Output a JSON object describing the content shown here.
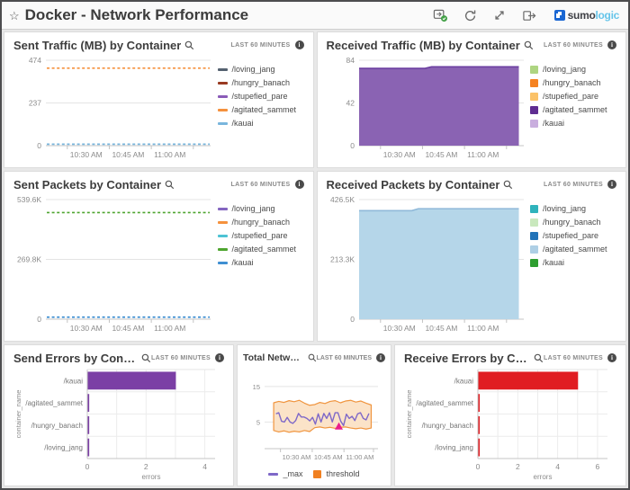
{
  "header": {
    "title": "Docker - Network Performance",
    "brand": {
      "name_dark": "sumo",
      "name_light": "logic"
    },
    "icons": [
      "schedule-export-icon",
      "refresh-icon",
      "expand-icon",
      "share-icon",
      "favorite-star-icon",
      "sumologic-logo-icon"
    ]
  },
  "panels": [
    {
      "id": "sent_traffic",
      "title": "Sent Traffic (MB) by Container",
      "range": "LAST 60 MINUTES"
    },
    {
      "id": "received_traffic",
      "title": "Received Traffic (MB) by Container",
      "range": "LAST 60 MINUTES"
    },
    {
      "id": "sent_packets",
      "title": "Sent Packets by Container",
      "range": "LAST 60 MINUTES"
    },
    {
      "id": "received_packets",
      "title": "Received Packets by Container",
      "range": "LAST 60 MINUTES"
    },
    {
      "id": "send_errors",
      "title": "Send Errors by Container",
      "range": "LAST 60 MINUTES"
    },
    {
      "id": "total_network",
      "title": "Total Network Err...",
      "range": "LAST 60 MINUTES"
    },
    {
      "id": "receive_errors",
      "title": "Receive Errors by Container",
      "range": "LAST 60 MINUTES"
    }
  ],
  "chart_data": [
    {
      "id": "sent_traffic",
      "type": "line",
      "title": "Sent Traffic (MB) by Container",
      "y_ticks": [
        {
          "v": 474,
          "label": "474"
        },
        {
          "v": 237,
          "label": "237"
        },
        {
          "v": 0,
          "label": "0"
        }
      ],
      "y_max": 474,
      "x_ticks": [
        {
          "pos": 0.13,
          "label": "10:30 AM"
        },
        {
          "pos": 0.385,
          "label": "10:45 AM"
        },
        {
          "pos": 0.64,
          "label": "11:00 AM"
        },
        {
          "pos": 0.895,
          "label": ""
        }
      ],
      "legend_marker": "dash",
      "series": [
        {
          "name": "/loving_jang",
          "color": "#546170",
          "value": null
        },
        {
          "name": "/hungry_banach",
          "color": "#993a21",
          "value": null
        },
        {
          "name": "/stupefied_pare",
          "color": "#8a5bb8",
          "value": null
        },
        {
          "name": "/agitated_sammet",
          "color": "#f5913d",
          "value": 430
        },
        {
          "name": "/kauai",
          "color": "#79b6dd",
          "value": 8
        }
      ]
    },
    {
      "id": "received_traffic",
      "type": "area",
      "title": "Received Traffic (MB) by Container",
      "y_ticks": [
        {
          "v": 84,
          "label": "84"
        },
        {
          "v": 42,
          "label": "42"
        },
        {
          "v": 0,
          "label": "0"
        }
      ],
      "y_max": 84,
      "x_ticks": [
        {
          "pos": 0.13,
          "label": "10:30 AM"
        },
        {
          "pos": 0.385,
          "label": "10:45 AM"
        },
        {
          "pos": 0.64,
          "label": "11:00 AM"
        },
        {
          "pos": 0.895,
          "label": ""
        }
      ],
      "legend_marker": "square",
      "area": {
        "fill": "#8a63b3",
        "stroke": "#6b3fa0",
        "points": [
          {
            "x": 0,
            "y": 76
          },
          {
            "x": 0.4,
            "y": 76
          },
          {
            "x": 0.44,
            "y": 77.5
          },
          {
            "x": 0.97,
            "y": 77.5
          }
        ]
      },
      "legend": [
        {
          "name": "/loving_jang",
          "color": "#aed581"
        },
        {
          "name": "/hungry_banach",
          "color": "#f58220"
        },
        {
          "name": "/stupefied_pare",
          "color": "#fbc268"
        },
        {
          "name": "/agitated_sammet",
          "color": "#5f2d91"
        },
        {
          "name": "/kauai",
          "color": "#c9aede"
        }
      ]
    },
    {
      "id": "sent_packets",
      "type": "line",
      "title": "Sent Packets by Container",
      "y_ticks": [
        {
          "v": 539600,
          "label": "539.6K"
        },
        {
          "v": 269800,
          "label": "269.8K"
        },
        {
          "v": 0,
          "label": "0"
        }
      ],
      "y_max": 539600,
      "x_ticks": [
        {
          "pos": 0.13,
          "label": "10:30 AM"
        },
        {
          "pos": 0.385,
          "label": "10:45 AM"
        },
        {
          "pos": 0.64,
          "label": "11:00 AM"
        },
        {
          "pos": 0.895,
          "label": ""
        }
      ],
      "legend_marker": "dash",
      "series": [
        {
          "name": "/loving_jang",
          "color": "#8465c0",
          "value": null
        },
        {
          "name": "/hungry_banach",
          "color": "#f5913d",
          "value": null
        },
        {
          "name": "/stupefied_pare",
          "color": "#4ec3d4",
          "value": null
        },
        {
          "name": "/agitated_sammet",
          "color": "#4ea52f",
          "value": 481000
        },
        {
          "name": "/kauai",
          "color": "#3f8fd2",
          "value": 9000
        }
      ]
    },
    {
      "id": "received_packets",
      "type": "area",
      "title": "Received Packets by Container",
      "y_ticks": [
        {
          "v": 426500,
          "label": "426.5K"
        },
        {
          "v": 213300,
          "label": "213.3K"
        },
        {
          "v": 0,
          "label": "0"
        }
      ],
      "y_max": 426500,
      "x_ticks": [
        {
          "pos": 0.13,
          "label": "10:30 AM"
        },
        {
          "pos": 0.385,
          "label": "10:45 AM"
        },
        {
          "pos": 0.64,
          "label": "11:00 AM"
        },
        {
          "pos": 0.895,
          "label": ""
        }
      ],
      "legend_marker": "square",
      "area": {
        "fill": "#b5d6e9",
        "stroke": "#8fb9d9",
        "points": [
          {
            "x": 0,
            "y": 387000
          },
          {
            "x": 0.32,
            "y": 387000
          },
          {
            "x": 0.36,
            "y": 394000
          },
          {
            "x": 0.97,
            "y": 394000
          }
        ]
      },
      "legend": [
        {
          "name": "/loving_jang",
          "color": "#2fb3bc"
        },
        {
          "name": "/hungry_banach",
          "color": "#c9e8bd"
        },
        {
          "name": "/stupefied_pare",
          "color": "#2273b8"
        },
        {
          "name": "/agitated_sammet",
          "color": "#aecfe5"
        },
        {
          "name": "/kauai",
          "color": "#2e9e30"
        }
      ]
    },
    {
      "id": "send_errors",
      "type": "hbar",
      "title": "Send Errors by Container",
      "categories": [
        "/kauai",
        "/agitated_sammet",
        "/hungry_banach",
        "/loving_jang"
      ],
      "values": [
        3,
        0.05,
        0.05,
        0.05
      ],
      "color": "#7b3fa5",
      "x_max": 4.35,
      "grid_step": 1,
      "x_ticks": [
        0,
        2,
        4
      ],
      "xlabel": "errors",
      "ylabel": "container_name"
    },
    {
      "id": "total_network",
      "type": "band",
      "title": "Total Network Err...",
      "y_ticks": [
        {
          "v": 15,
          "label": "15"
        },
        {
          "v": 5,
          "label": "5"
        }
      ],
      "y_max": 19,
      "y_min": -2.5,
      "tick_size": 7.5,
      "x_ticks": [
        {
          "pos": 0.14,
          "label": "10:30 AM"
        },
        {
          "pos": 0.42,
          "label": "10:45 AM"
        },
        {
          "pos": 0.7,
          "label": "11:00 AM"
        },
        {
          "pos": 0.96,
          "label": ""
        }
      ],
      "band": {
        "fill": "#fbe3c8",
        "stroke": "#f0953f",
        "x_start": 0.08,
        "x_end": 0.94,
        "upper": [
          10.4,
          10.8,
          10.5,
          11.0,
          10.7,
          11.1,
          10.3,
          9.7,
          9.9,
          10.5,
          10.2,
          10.8,
          11.0,
          10.4,
          10.9,
          11.1,
          10.6,
          10.9,
          10.3,
          9.8
        ],
        "lower": [
          2.6,
          2.2,
          2.5,
          2.1,
          2.4,
          2.2,
          2.6,
          2.3,
          3.4,
          3.6,
          3.3,
          3.5,
          3.2,
          3.5,
          3.6,
          3.3,
          3.1,
          3.3,
          3.0,
          3.3
        ]
      },
      "line": {
        "name": "_max",
        "color": "#7e68c8",
        "x_start": 0.1,
        "x_end": 0.92,
        "values": [
          7.3,
          7.6,
          5.2,
          5.0,
          6.3,
          5.0,
          4.6,
          5.4,
          7.4,
          6.4,
          6.4,
          6.0,
          5.3,
          6.3,
          4.4,
          7.3,
          5.0,
          7.4,
          6.0,
          7.6,
          5.0,
          7.6,
          7.6,
          5.2,
          4.0,
          7.2,
          6.0,
          6.6,
          5.4,
          7.3,
          7.6,
          6.0,
          5.6,
          7.4
        ]
      },
      "marker": {
        "x": 0.655,
        "y": 3.9,
        "color": "#ea1e8c",
        "shape": "triangle"
      },
      "legend": [
        {
          "name": "_max",
          "color": "#7e68c8",
          "marker": "dash"
        },
        {
          "name": "threshold",
          "color": "#f08021",
          "marker": "square"
        }
      ]
    },
    {
      "id": "receive_errors",
      "type": "hbar",
      "title": "Receive Errors by Container",
      "categories": [
        "/kauai",
        "/agitated_sammet",
        "/hungry_banach",
        "/loving_jang"
      ],
      "values": [
        5,
        0.05,
        0.05,
        0.05
      ],
      "color": "#e01d22",
      "x_max": 6.5,
      "grid_step": 1,
      "x_ticks": [
        0,
        2,
        4,
        6
      ],
      "xlabel": "errors",
      "ylabel": "container_name"
    }
  ]
}
